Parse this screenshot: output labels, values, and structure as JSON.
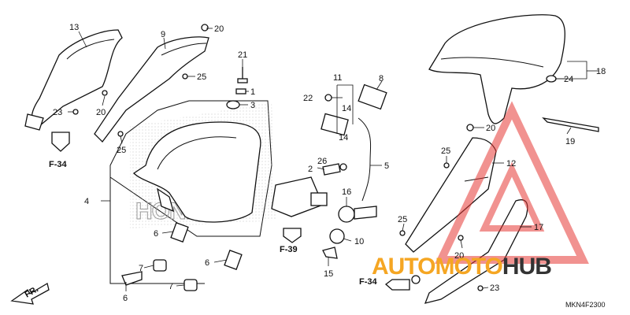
{
  "diagram": {
    "code": "MKN4F2300",
    "front_label": "FR.",
    "refs": [
      "F-34",
      "F-39",
      "F-34"
    ],
    "callouts": [
      "1",
      "2",
      "3",
      "4",
      "5",
      "6",
      "6",
      "6",
      "7",
      "7",
      "8",
      "9",
      "10",
      "11",
      "12",
      "13",
      "14",
      "14",
      "15",
      "16",
      "17",
      "18",
      "19",
      "20",
      "20",
      "20",
      "20",
      "21",
      "22",
      "23",
      "23",
      "24",
      "25",
      "25",
      "25",
      "25",
      "26"
    ],
    "seat_emboss": "HONDA"
  },
  "watermark": {
    "part1": "AUTO",
    "part2": "MOTO",
    "part3": "HUB",
    "colors": {
      "orange": "#f5a623",
      "red": "#e53935",
      "dark": "#333333"
    }
  }
}
